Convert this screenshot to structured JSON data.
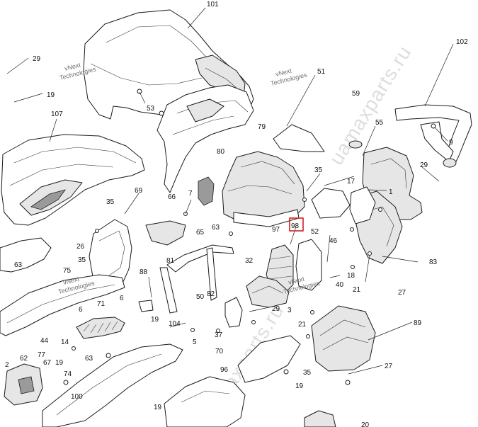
{
  "watermarks": {
    "brand_line1": "vNext",
    "brand_line2": "Technologies",
    "site": "uamaxparts.ru"
  },
  "highlight_color": "#d4201f",
  "callouts": [
    {
      "id": "c-101",
      "label": "101"
    },
    {
      "id": "c-29a",
      "label": "29"
    },
    {
      "id": "c-19a",
      "label": "19"
    },
    {
      "id": "c-53",
      "label": "53"
    },
    {
      "id": "c-107",
      "label": "107"
    },
    {
      "id": "c-51",
      "label": "51"
    },
    {
      "id": "c-59",
      "label": "59"
    },
    {
      "id": "c-102",
      "label": "102"
    },
    {
      "id": "c-79",
      "label": "79"
    },
    {
      "id": "c-55",
      "label": "55"
    },
    {
      "id": "c-9",
      "label": "9"
    },
    {
      "id": "c-80",
      "label": "80"
    },
    {
      "id": "c-29b",
      "label": "29"
    },
    {
      "id": "c-35a",
      "label": "35"
    },
    {
      "id": "c-17",
      "label": "17"
    },
    {
      "id": "c-69",
      "label": "69"
    },
    {
      "id": "c-66",
      "label": "66"
    },
    {
      "id": "c-7",
      "label": "7"
    },
    {
      "id": "c-1",
      "label": "1"
    },
    {
      "id": "c-35b",
      "label": "35"
    },
    {
      "id": "c-63a",
      "label": "63"
    },
    {
      "id": "c-98",
      "label": "98"
    },
    {
      "id": "c-97",
      "label": "97"
    },
    {
      "id": "c-52",
      "label": "52"
    },
    {
      "id": "c-65",
      "label": "65"
    },
    {
      "id": "c-26",
      "label": "26"
    },
    {
      "id": "c-46",
      "label": "46"
    },
    {
      "id": "c-35c",
      "label": "35"
    },
    {
      "id": "c-81",
      "label": "81"
    },
    {
      "id": "c-63b",
      "label": "63"
    },
    {
      "id": "c-75",
      "label": "75"
    },
    {
      "id": "c-88",
      "label": "88"
    },
    {
      "id": "c-32",
      "label": "32"
    },
    {
      "id": "c-18",
      "label": "18"
    },
    {
      "id": "c-83",
      "label": "83"
    },
    {
      "id": "c-40",
      "label": "40"
    },
    {
      "id": "c-21a",
      "label": "21"
    },
    {
      "id": "c-27a",
      "label": "27"
    },
    {
      "id": "c-6a",
      "label": "6"
    },
    {
      "id": "c-6b",
      "label": "6"
    },
    {
      "id": "c-71",
      "label": "71"
    },
    {
      "id": "c-50",
      "label": "50"
    },
    {
      "id": "c-82",
      "label": "82"
    },
    {
      "id": "c-29c",
      "label": "29"
    },
    {
      "id": "c-89",
      "label": "89"
    },
    {
      "id": "c-19b",
      "label": "19"
    },
    {
      "id": "c-104",
      "label": "104"
    },
    {
      "id": "c-3",
      "label": "3"
    },
    {
      "id": "c-21b",
      "label": "21"
    },
    {
      "id": "c-44",
      "label": "44"
    },
    {
      "id": "c-14",
      "label": "14"
    },
    {
      "id": "c-5",
      "label": "5"
    },
    {
      "id": "c-37",
      "label": "37"
    },
    {
      "id": "c-70",
      "label": "70"
    },
    {
      "id": "c-77",
      "label": "77"
    },
    {
      "id": "c-62",
      "label": "62"
    },
    {
      "id": "c-67",
      "label": "67"
    },
    {
      "id": "c-19c",
      "label": "19"
    },
    {
      "id": "c-63c",
      "label": "63"
    },
    {
      "id": "c-35d",
      "label": "35"
    },
    {
      "id": "c-27b",
      "label": "27"
    },
    {
      "id": "c-2",
      "label": "2"
    },
    {
      "id": "c-74",
      "label": "74"
    },
    {
      "id": "c-96",
      "label": "96"
    },
    {
      "id": "c-100",
      "label": "100"
    },
    {
      "id": "c-19d",
      "label": "19"
    },
    {
      "id": "c-19e",
      "label": "19"
    },
    {
      "id": "c-20",
      "label": "20"
    }
  ]
}
